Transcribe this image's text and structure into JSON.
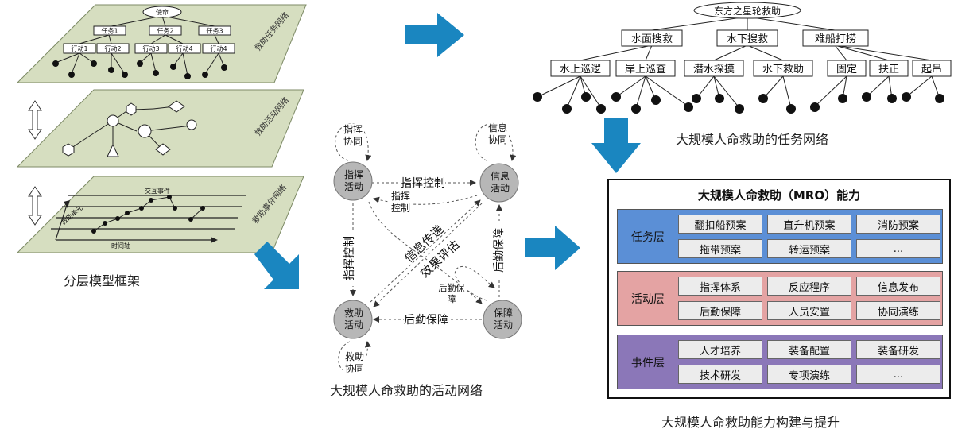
{
  "colors": {
    "arrow": "#1a86c0",
    "plane": "#d6dec0",
    "task_layer": "#5b8fd6",
    "activity_layer": "#e4a3a3",
    "event_layer": "#8b77b8"
  },
  "layered_model": {
    "top": {
      "root": "使命",
      "tasks": [
        "任务1",
        "任务2",
        "任务3"
      ],
      "actions": [
        "行动1",
        "行动2",
        "行动3",
        "行动4",
        "行动4"
      ],
      "label": "救助任务网络"
    },
    "middle": {
      "label": "救助活动网络"
    },
    "bottom": {
      "label": "救助事件网络",
      "event_label": "交互事件",
      "unit_label": "救助单元",
      "axis_label": "时间轴"
    },
    "caption": "分层模型框架"
  },
  "activity_network": {
    "nodes": {
      "command": "指挥活动",
      "info": "信息活动",
      "rescue": "救助活动",
      "support": "保障活动"
    },
    "self_loops": {
      "command": "指挥协同",
      "info": "信息协同",
      "rescue": "救助协同",
      "support": "后勤保障"
    },
    "edges": {
      "top": "指挥控制",
      "top_inner": "指挥控制",
      "left": "指挥控制",
      "right": "后勤保障",
      "bottom": "后勤保障",
      "diag_a": "信息传递",
      "diag_b": "效果评估"
    },
    "caption": "大规模人命救助的活动网络"
  },
  "task_network": {
    "root": "东方之星轮救助",
    "level1": [
      "水面搜救",
      "水下搜救",
      "难船打捞"
    ],
    "level2": [
      "水上巡逻",
      "岸上巡查",
      "潜水探摸",
      "水下救助",
      "固定",
      "扶正",
      "起吊"
    ],
    "caption": "大规模人命救助的任务网络"
  },
  "mro": {
    "title": "大规模人命救助（MRO）能力",
    "layers": [
      {
        "name": "任务层",
        "items": [
          "翻扣船预案",
          "直升机预案",
          "消防预案",
          "拖带预案",
          "转运预案",
          "..."
        ]
      },
      {
        "name": "活动层",
        "items": [
          "指挥体系",
          "反应程序",
          "信息发布",
          "后勤保障",
          "人员安置",
          "协同演练"
        ]
      },
      {
        "name": "事件层",
        "items": [
          "人才培养",
          "装备配置",
          "装备研发",
          "技术研发",
          "专项演练",
          "..."
        ]
      }
    ],
    "caption": "大规模人命救助能力构建与提升"
  }
}
